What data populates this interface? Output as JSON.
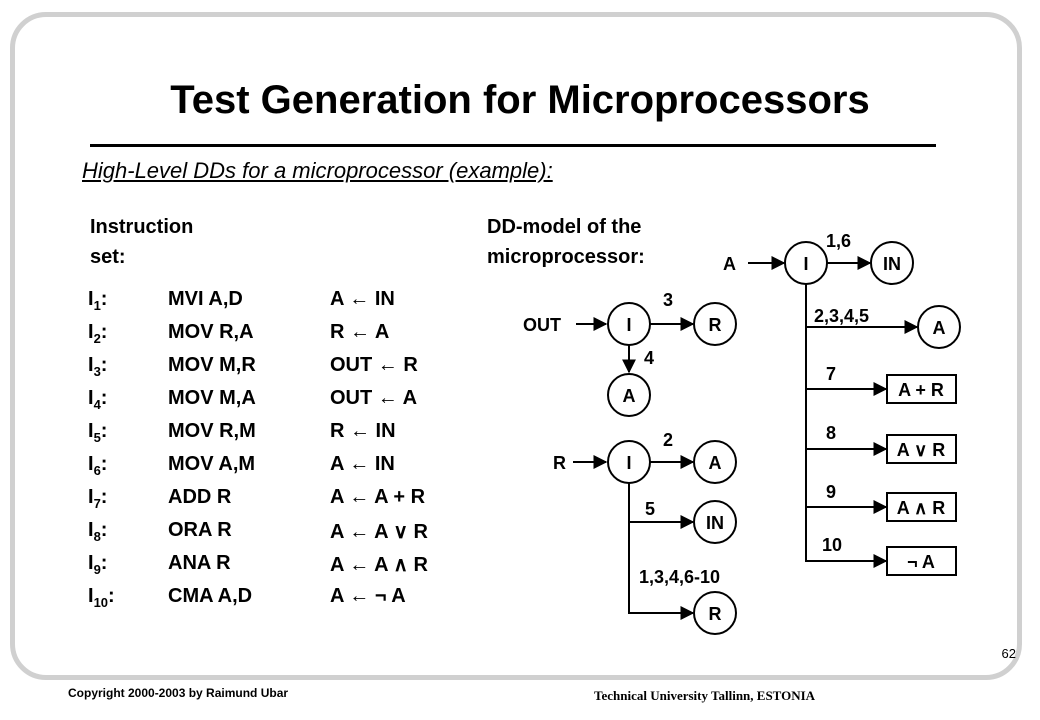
{
  "slide": {
    "title": "Test Generation for Microprocessors",
    "subtitle": "High-Level DDs for a microprocessor (example):",
    "slide_number": "62",
    "copyright": "Copyright  2000-2003  by  Raimund  Ubar",
    "university": "Technical University Tallinn, ESTONIA"
  },
  "instruction_set": {
    "header_line1": "Instruction",
    "header_line2": "set:",
    "rows": [
      {
        "id_base": "I",
        "id_sub": "1",
        "mnemonic": "MVI  A,D",
        "operation": "A ← IN"
      },
      {
        "id_base": "I",
        "id_sub": "2",
        "mnemonic": "MOV  R,A",
        "operation": "R ← A"
      },
      {
        "id_base": "I",
        "id_sub": "3",
        "mnemonic": "MOV  M,R",
        "operation": "OUT ← R"
      },
      {
        "id_base": "I",
        "id_sub": "4",
        "mnemonic": "MOV  M,A",
        "operation": "OUT ← A"
      },
      {
        "id_base": "I",
        "id_sub": "5",
        "mnemonic": "MOV  R,M",
        "operation": "R ← IN"
      },
      {
        "id_base": "I",
        "id_sub": "6",
        "mnemonic": "MOV  A,M",
        "operation": "A ← IN"
      },
      {
        "id_base": "I",
        "id_sub": "7",
        "mnemonic": "ADD  R",
        "operation": "A ← A + R"
      },
      {
        "id_base": "I",
        "id_sub": "8",
        "mnemonic": "ORA  R",
        "operation": "A ← A ∨ R"
      },
      {
        "id_base": "I",
        "id_sub": "9",
        "mnemonic": "ANA  R",
        "operation": "A ← A ∧ R"
      },
      {
        "id_base": "I",
        "id_sub": "10",
        "mnemonic": "CMA  A,D",
        "operation": "A ← ¬ A"
      }
    ]
  },
  "dd_model": {
    "header_line1": "DD-model of the",
    "header_line2": "microprocessor:",
    "out_graph": {
      "root": "OUT",
      "node": "I",
      "edge_right": "3",
      "terminal_right": "R",
      "edge_down": "4",
      "terminal_down": "A"
    },
    "r_graph": {
      "root": "R",
      "node": "I",
      "edge_right": "2",
      "terminal_right": "A",
      "edge_mid": "5",
      "terminal_mid": "IN",
      "edge_bottom": "1,3,4,6-10",
      "terminal_bottom": "R"
    },
    "a_graph": {
      "root": "A",
      "node": "I",
      "edge_right": "1,6",
      "terminal_right": "IN",
      "branches": [
        {
          "edge": "2,3,4,5",
          "terminal": "A"
        },
        {
          "edge": "7",
          "terminal": "A + R"
        },
        {
          "edge": "8",
          "terminal": "A ∨ R"
        },
        {
          "edge": "9",
          "terminal": "A ∧ R"
        },
        {
          "edge": "10",
          "terminal": "¬ A"
        }
      ]
    }
  }
}
